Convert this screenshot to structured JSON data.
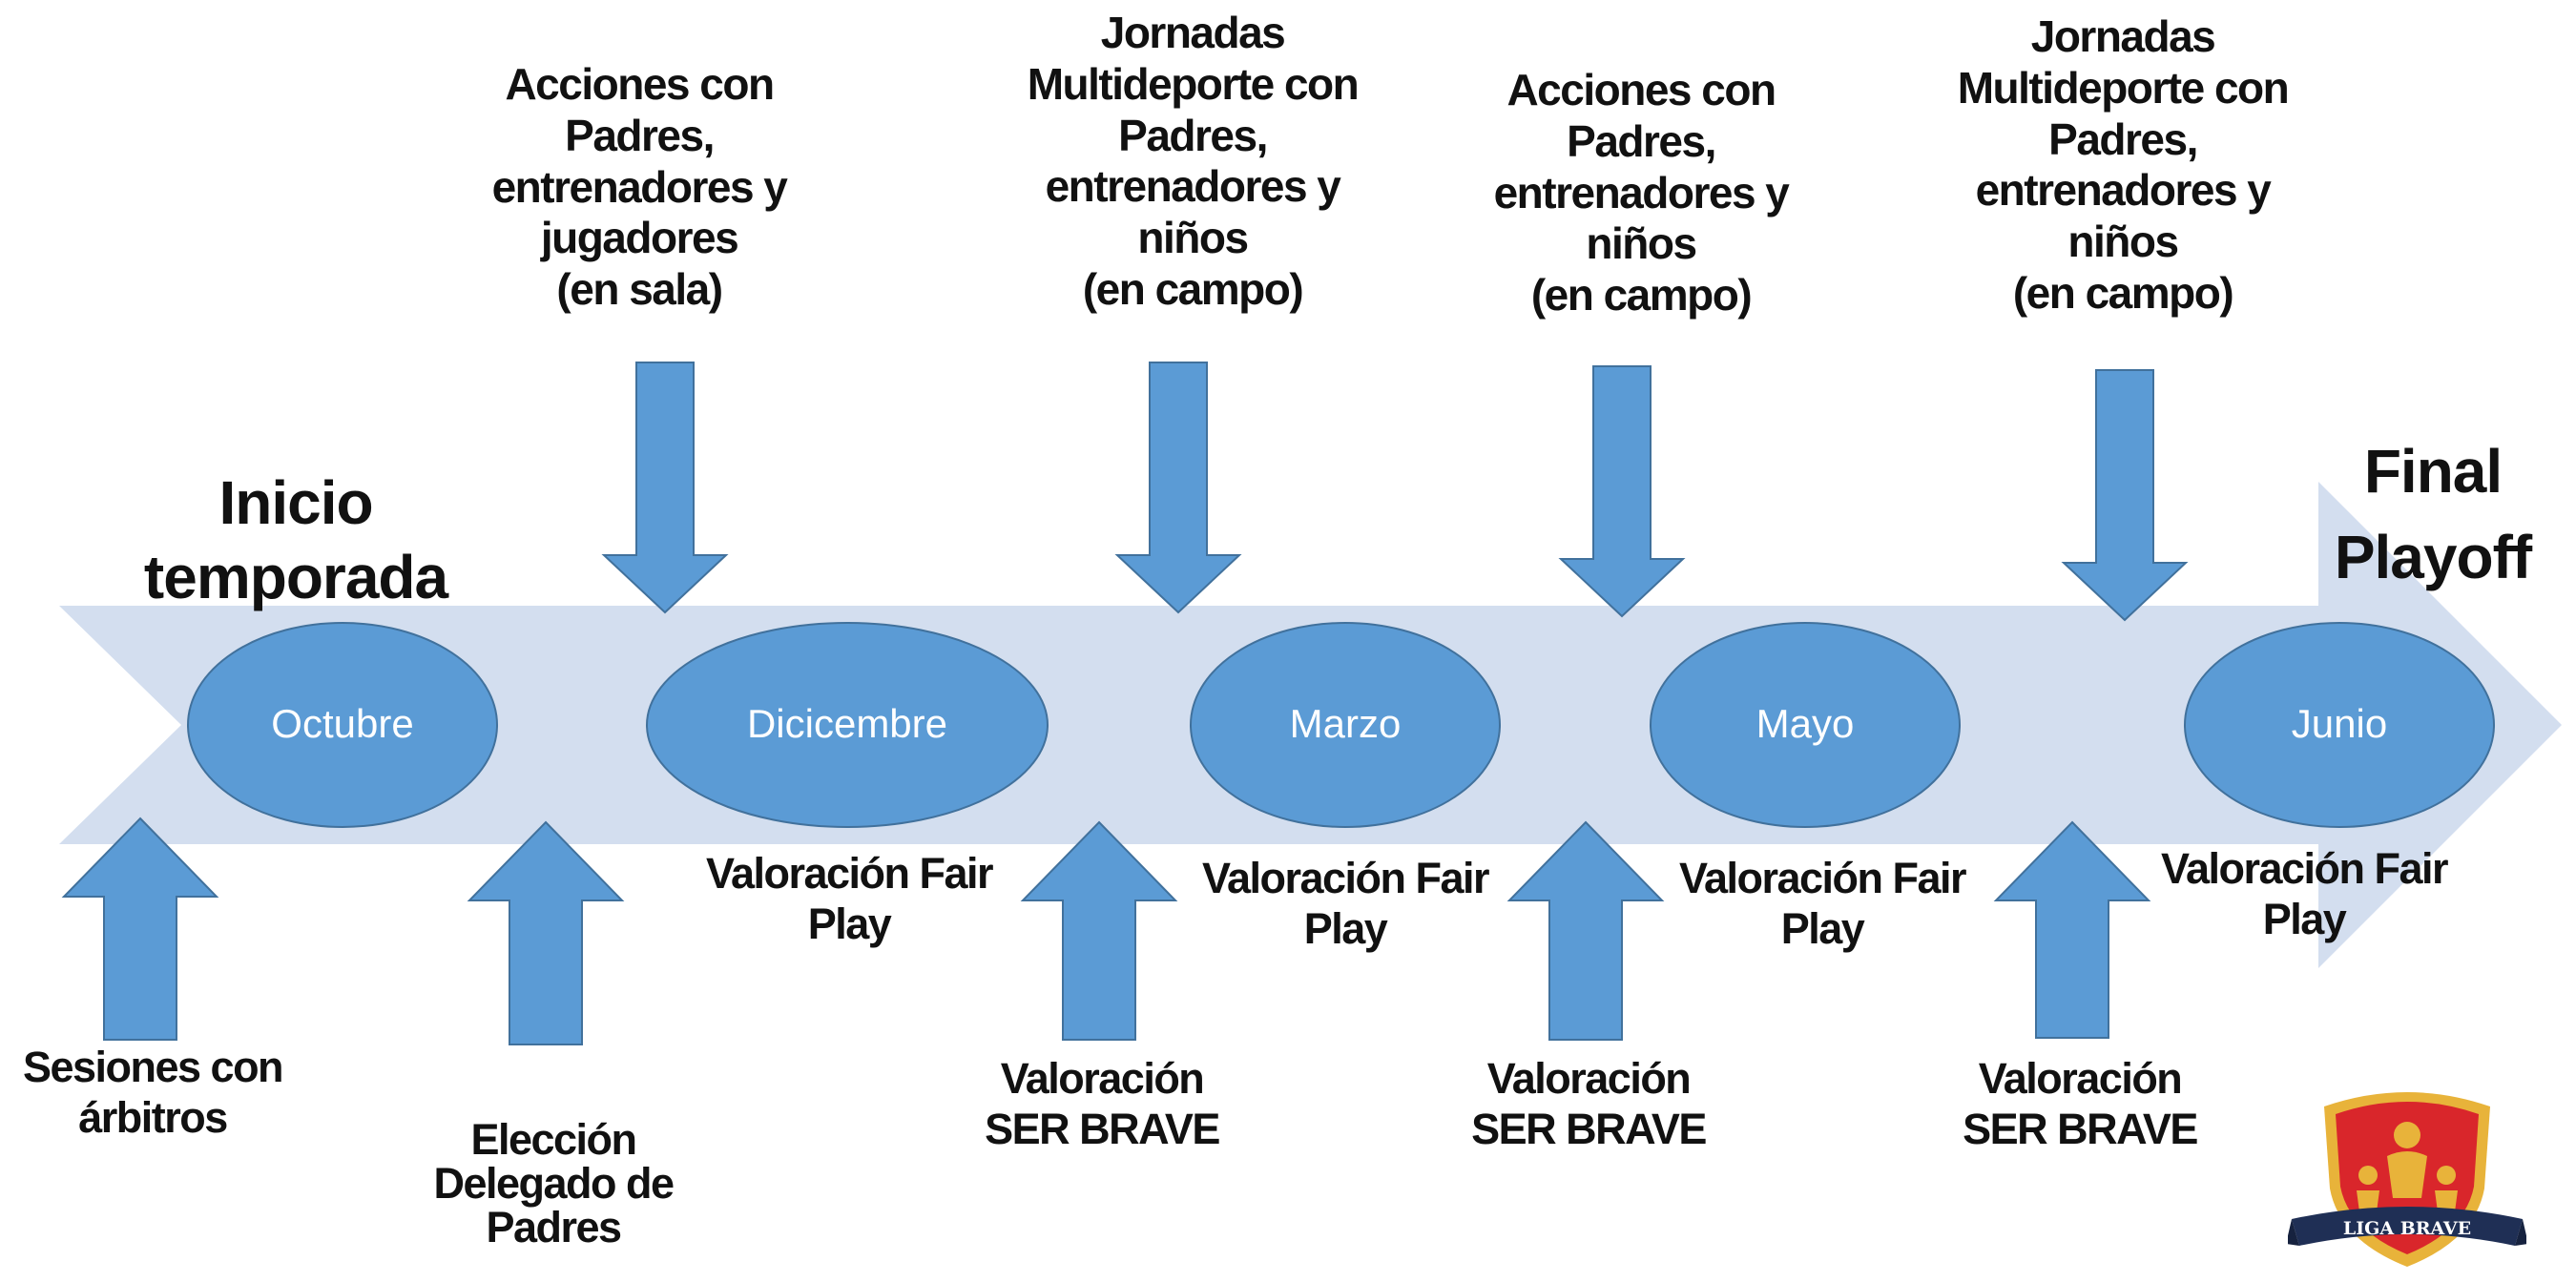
{
  "colors": {
    "band": "#D3DEEF",
    "shape": "#5B9BD5",
    "shape_stroke": "#41719C",
    "text": "#111111",
    "month_text": "#FFFFFF",
    "logo_red": "#D9262B",
    "logo_gold": "#E8B33A",
    "logo_navy": "#1F2F55"
  },
  "timeline": {
    "start_label": [
      "Inicio",
      "temporada"
    ],
    "end_label": [
      "Final",
      "Playoff"
    ],
    "months": [
      "Octubre",
      "Dicicembre",
      "Marzo",
      "Mayo",
      "Junio"
    ]
  },
  "top_actions": [
    [
      "Acciones con",
      "Padres,",
      "entrenadores y",
      "jugadores",
      "(en sala)"
    ],
    [
      "Jornadas",
      "Multideporte con",
      "Padres,",
      "entrenadores y",
      "niños",
      "(en campo)"
    ],
    [
      "Acciones con",
      "Padres,",
      "entrenadores y",
      "niños",
      "(en campo)"
    ],
    [
      "Jornadas",
      "Multideporte con",
      "Padres,",
      "entrenadores y",
      "niños",
      "(en campo)"
    ]
  ],
  "fair_play": [
    [
      "Valoración Fair",
      "Play"
    ],
    [
      "Valoración Fair",
      "Play"
    ],
    [
      "Valoración Fair",
      "Play"
    ],
    [
      "Valoración Fair",
      "Play"
    ]
  ],
  "bottom_actions": [
    [
      "Sesiones con",
      "árbitros"
    ],
    [
      "Elección",
      "Delegado de",
      "Padres"
    ],
    [
      "Valoración",
      "SER BRAVE"
    ],
    [
      "Valoración",
      "SER BRAVE"
    ],
    [
      "Valoración",
      "SER BRAVE"
    ]
  ],
  "logo": {
    "text": "LIGA BRAVE",
    "icon": "brave-shield-logo"
  }
}
